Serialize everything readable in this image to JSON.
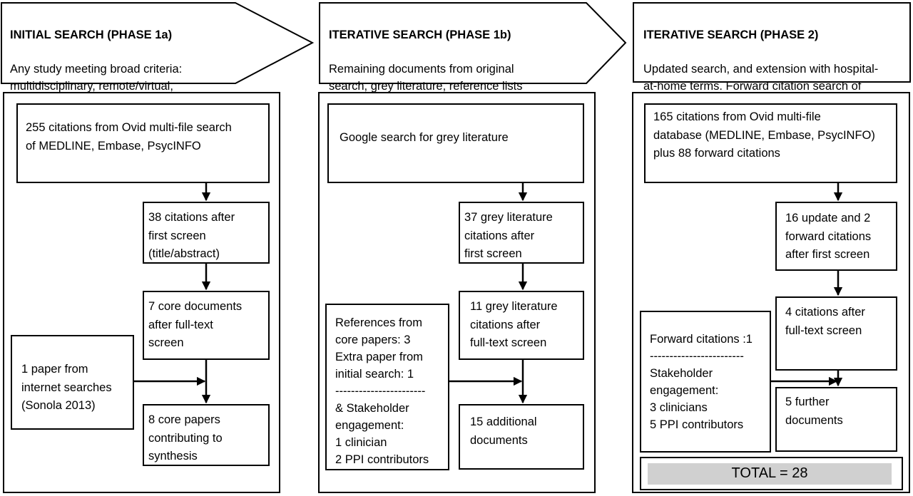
{
  "phase1a": {
    "title": "INITIAL SEARCH (PHASE 1a)",
    "body": "Any study meeting broad criteria:\nmultidisciplinary, remote/virtual,\nfrailty/older people",
    "search": "255 citations from Ovid multi-file search\nof MEDLINE, Embase, PsycINFO",
    "first_screen": "38 citations after\nfirst screen\n(title/abstract)",
    "core_docs": "7 core documents\nafter full-text\nscreen",
    "internet": "1 paper from\ninternet searches\n(Sonola 2013)",
    "result": "8 core papers\ncontributing to\nsynthesis"
  },
  "phase1b": {
    "title": "ITERATIVE SEARCH (PHASE 1b)",
    "body": "Remaining documents from original\nsearch, grey literature, reference lists\nin core papers",
    "google": "Google search for grey literature",
    "first_screen": "37 grey literature\ncitations after\nfirst screen",
    "full_text": "11 grey literature\ncitations after\nfull-text screen",
    "references": "References from\ncore papers:  3\nExtra paper from\ninitial search: 1\n-----------------------\n& Stakeholder\nengagement:\n1 clinician\n2 PPI contributors",
    "result": "15 additional\ndocuments"
  },
  "phase2": {
    "title": "ITERATIVE SEARCH (PHASE 2)",
    "body": "Updated search, and extension with hospital-\nat-home terms. Forward citation search of\ncore papers",
    "search": "165 citations from Ovid multi-file\ndatabase (MEDLINE, Embase, PsycINFO)\nplus 88 forward citations",
    "first_screen": "16 update and 2\nforward citations\nafter first screen",
    "full_text": "4 citations after\nfull-text screen",
    "forward": "Forward citations :1\n------------------------\nStakeholder\nengagement:\n3 clinicians\n5 PPI contributors",
    "result": "5 further\ndocuments",
    "total": "TOTAL = 28"
  }
}
